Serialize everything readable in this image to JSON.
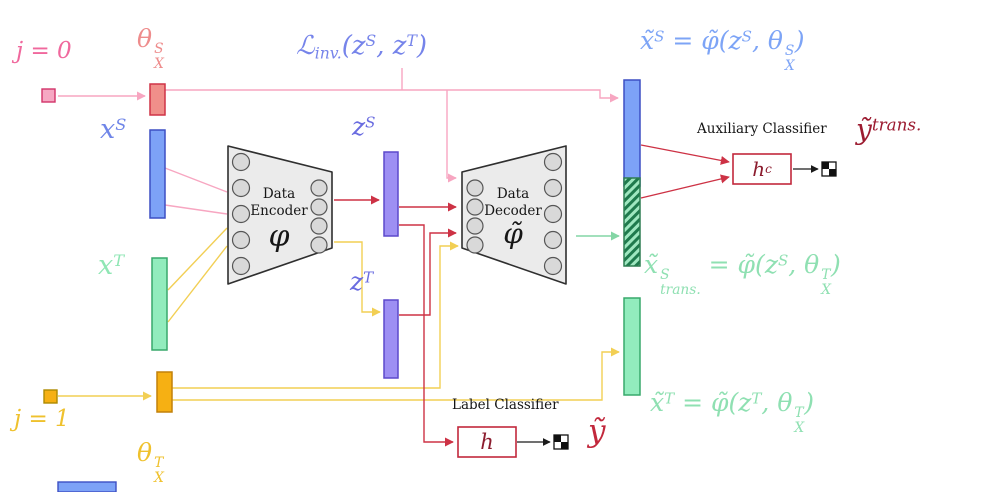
{
  "colors": {
    "pink_line": "#f7a6c1",
    "red_line": "#cd3245",
    "yellow_line": "#f2cf54",
    "green_line": "#84d6a5",
    "bar_red_fill": "#f08f8a",
    "bar_red_stroke": "#cf3347",
    "bar_blue_fill": "#7da2f7",
    "bar_blue_stroke": "#3d4fc4",
    "bar_green_fill": "#92ecbd",
    "bar_green_stroke": "#38a96c",
    "bar_yellow_fill": "#f6b013",
    "bar_yellow_stroke": "#c2810a",
    "bar_purple_fill": "#9d8ff3",
    "bar_purple_stroke": "#5c49cb",
    "box_stroke": "#c2283c",
    "node_fill": "#ebebeb"
  },
  "left_panel": {
    "j0": "j = 0",
    "j1": "j = 1",
    "theta_S": {
      "base": "θ",
      "sup": "S",
      "sub": "X"
    },
    "theta_T": {
      "base": "θ",
      "sup": "T",
      "sub": "X"
    },
    "x_S": {
      "base": "x",
      "sup": "S"
    },
    "x_T": {
      "base": "x",
      "sup": "T"
    }
  },
  "encoder": {
    "name_line1": "Data",
    "name_line2": "Encoder",
    "symbol": "φ"
  },
  "decoder": {
    "name_line1": "Data",
    "name_line2": "Decoder",
    "symbol": "φ̃"
  },
  "latent": {
    "loss": {
      "l": "ℒ",
      "l_sub": "inv.",
      "open": "(",
      "z1": "z",
      "z1_sup": "S",
      "comma": ", ",
      "z2": "z",
      "z2_sup": "T",
      "close": ")"
    },
    "z_S": {
      "base": "z",
      "sup": "S"
    },
    "z_T": {
      "base": "z",
      "sup": "T"
    }
  },
  "outputs": {
    "eq_S": {
      "x": "x̃",
      "x_sup": "S",
      "mid": " = φ̃(",
      "z": "z",
      "z_sup": "S",
      "comma": ", ",
      "theta": "θ",
      "theta_sup": "S",
      "theta_sub": "X",
      "close": ")"
    },
    "eq_trans": {
      "x": "x̃",
      "x_sup": "S",
      "x_sub": "trans.",
      "mid": " = φ̃(",
      "z": "z",
      "z_sup": "S",
      "comma": ", ",
      "theta": "θ",
      "theta_sup": "T",
      "theta_sub": "X",
      "close": ")"
    },
    "eq_T": {
      "x": "x̃",
      "x_sup": "T",
      "mid": " = φ̃(",
      "z": "z",
      "z_sup": "T",
      "comma": ", ",
      "theta": "θ",
      "theta_sup": "T",
      "theta_sub": "X",
      "close": ")"
    }
  },
  "classifiers": {
    "aux_title": "Auxiliary Classifier",
    "aux_h_base": "h",
    "aux_h_sub": "c",
    "y_trans_base": "ỹ",
    "y_trans_sup": "trans.",
    "label_title": "Label Classifier",
    "label_h": "h",
    "y_hat": "ỹ"
  }
}
